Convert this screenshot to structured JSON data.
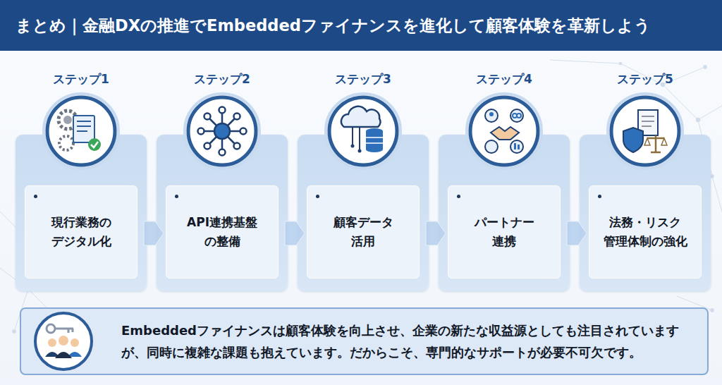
{
  "diagram": {
    "title": "まとめ｜金融DXの推進でEmbeddedファイナンスを進化して顧客体験を革新しよう",
    "nodes": [
      {
        "text": [
          "ステップ1"
        ]
      },
      {
        "text": [
          "現行業務の デジタル化"
        ],
        "in": 0
      },
      {
        "text": [
          "ステップ2"
        ]
      },
      {
        "text": [
          "API連携基盤 の整備"
        ],
        "in": 2
      },
      {
        "text": [
          "ステップ3"
        ]
      },
      {
        "text": [
          "顧客データ 活用"
        ],
        "in": 4
      },
      {
        "text": [
          "ステップ4"
        ]
      },
      {
        "text": [
          "パートナー 連携"
        ],
        "in": 6
      },
      {
        "text": [
          "ステップ5"
        ]
      },
      {
        "text": [
          "法務・リスク 管理体制の強化"
        ],
        "in": 8
      },
      {
        "text": [
          "Embeddedファイナンスは顧客体験を向上させ、企業の新たな収益源としても注目されています が、同時に複雑な課題も抱えています。だからこそ、専門的なサポートが必要不可欠です。"
        ]
      }
    ],
    "edges": [
      {
        "from": 0,
        "to": 2,
        "arrow": "to"
      },
      {
        "from": 2,
        "to": 4,
        "arrow": "to"
      },
      {
        "from": 4,
        "to": 6,
        "arrow": "to"
      },
      {
        "from": 6,
        "to": 8,
        "arrow": "to"
      }
    ]
  }
}
